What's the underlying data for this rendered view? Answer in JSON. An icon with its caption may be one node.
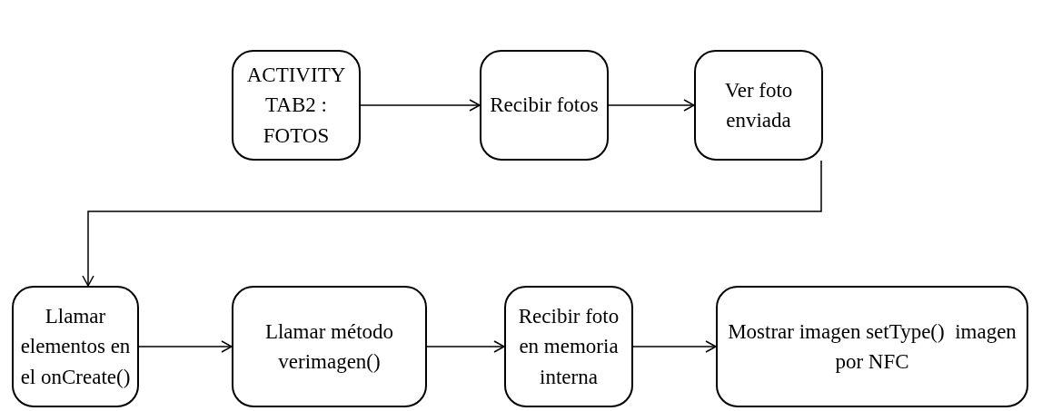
{
  "diagram": {
    "nodes": [
      {
        "text": [
          "ACTIVITY TAB2 : FOTOS"
        ]
      },
      {
        "text": [
          "Recibir fotos"
        ]
      },
      {
        "text": [
          "Ver foto enviada"
        ]
      },
      {
        "text": [
          "Llamar elementos en el onCreate()"
        ]
      },
      {
        "text": [
          "Llamar método verimagen()"
        ]
      },
      {
        "text": [
          "Recibir foto en memoria interna"
        ]
      },
      {
        "text": [
          "Mostrar imagen setType()  imagen por NFC"
        ]
      }
    ],
    "edges": [
      {
        "from": 0,
        "to": 1,
        "arrow": "to"
      },
      {
        "from": 1,
        "to": 2,
        "arrow": "to"
      },
      {
        "from": 2,
        "to": 3,
        "arrow": "to"
      },
      {
        "from": 3,
        "to": 4,
        "arrow": "to"
      },
      {
        "from": 4,
        "to": 5,
        "arrow": "to"
      },
      {
        "from": 5,
        "to": 6,
        "arrow": "to"
      }
    ]
  }
}
